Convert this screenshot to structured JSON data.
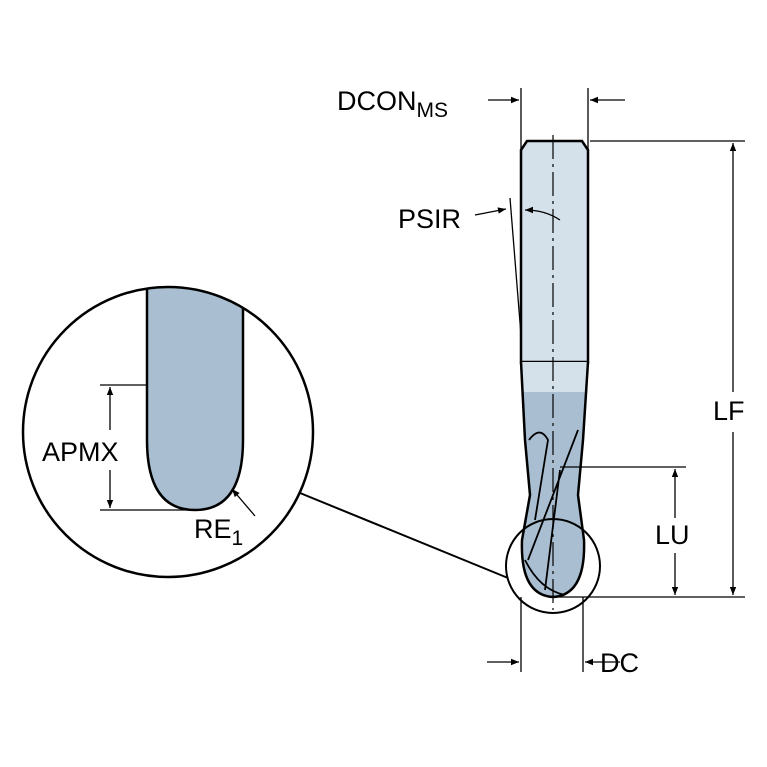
{
  "labels": {
    "dcon": "DCON",
    "dcon_sub": "MS",
    "psir": "PSIR",
    "lf": "LF",
    "lu": "LU",
    "dc": "DC",
    "apmx": "APMX",
    "re": "RE",
    "re_sub": "1"
  },
  "colors": {
    "shank": "#d4e0ea",
    "flute": "#a9bfd1",
    "line": "#000000"
  }
}
